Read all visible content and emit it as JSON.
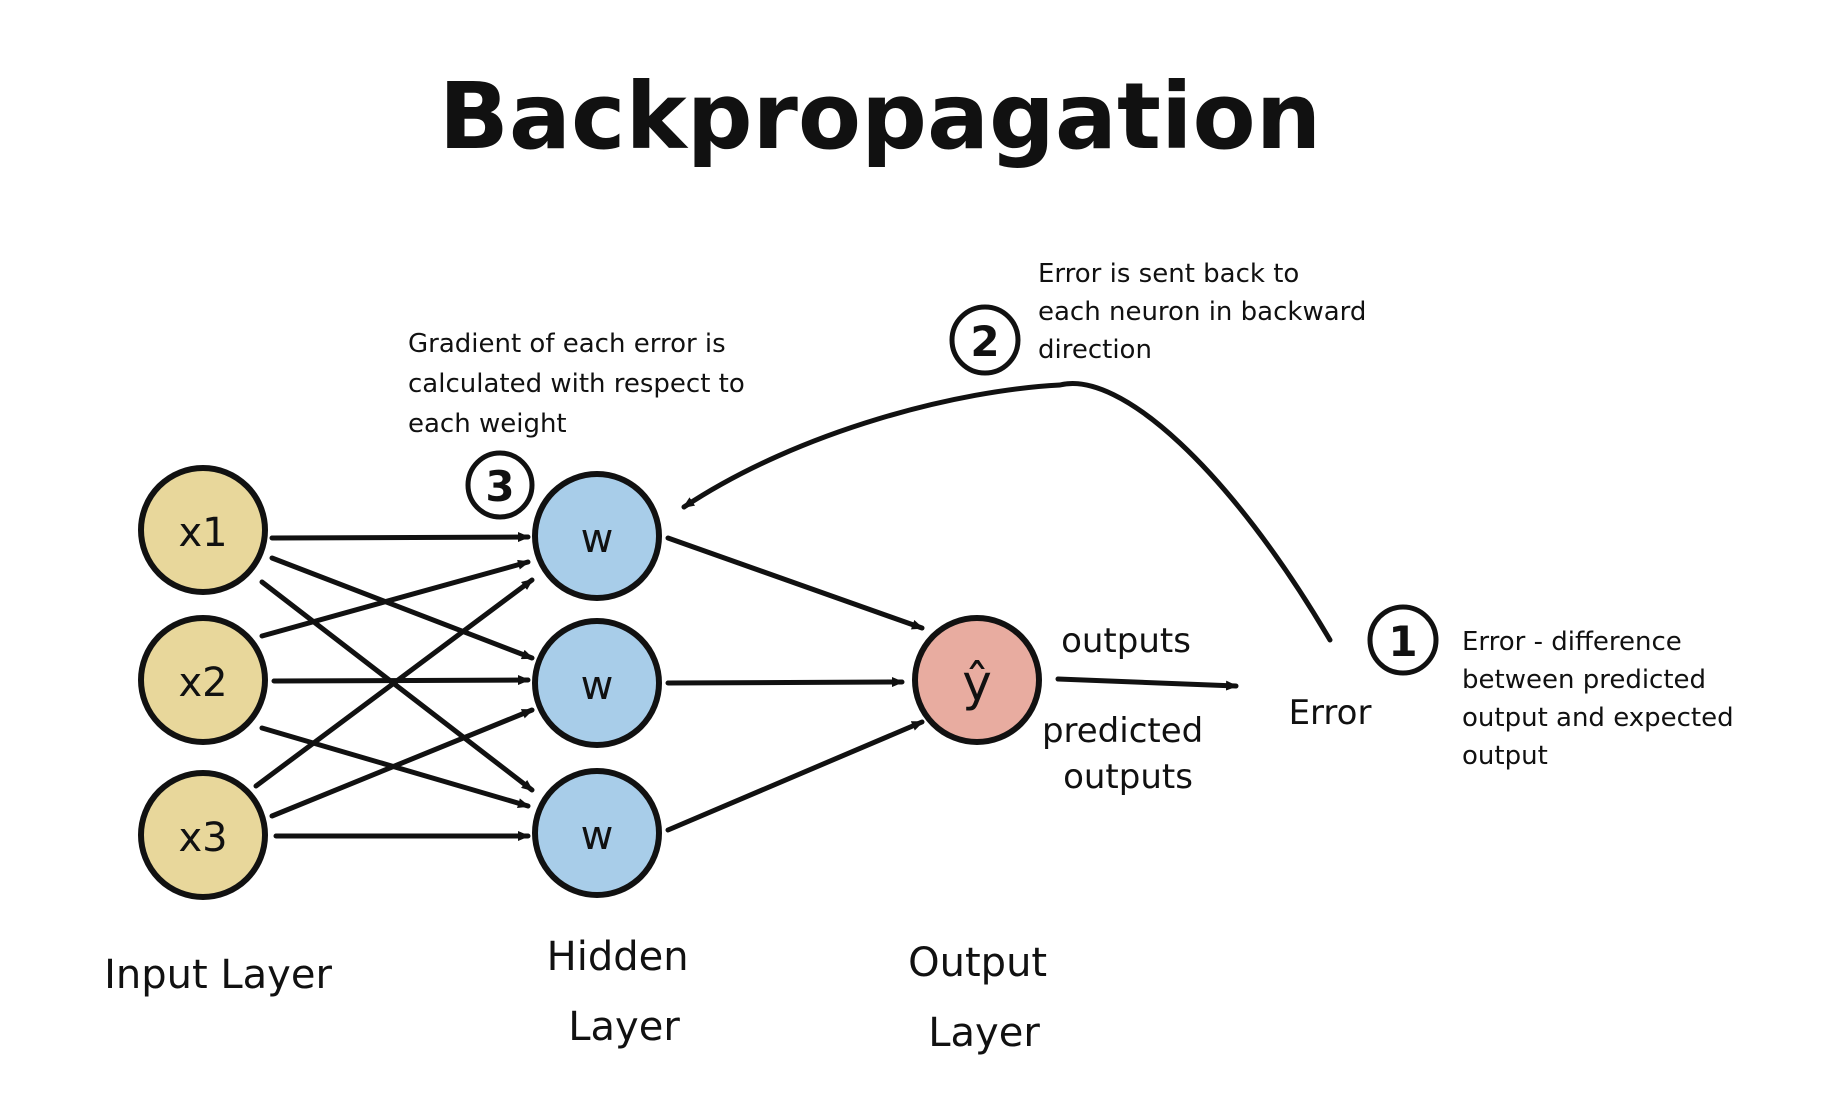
{
  "title": "Backpropagation",
  "colors": {
    "input_node": "#e8d79b",
    "hidden_node": "#a8cde9",
    "output_node": "#e8aca0",
    "ink": "#111111",
    "background": "#ffffff"
  },
  "nodes": {
    "inputs": [
      "x1",
      "x2",
      "x3"
    ],
    "hidden": [
      "w",
      "w",
      "w"
    ],
    "output": "ŷ"
  },
  "layer_labels": {
    "input": "Input Layer",
    "hidden": "Hidden Layer",
    "output": "Output Layer"
  },
  "outputs_label": "outputs",
  "predicted_outputs_label": "predicted outputs",
  "error_label": "Error",
  "steps": [
    {
      "number": "1",
      "text": "Error - difference between predicted output and expected output"
    },
    {
      "number": "2",
      "text": "Error is sent back to each neuron in backward direction"
    },
    {
      "number": "3",
      "text": "Gradient of each error is calculated with respect to each weight"
    }
  ]
}
